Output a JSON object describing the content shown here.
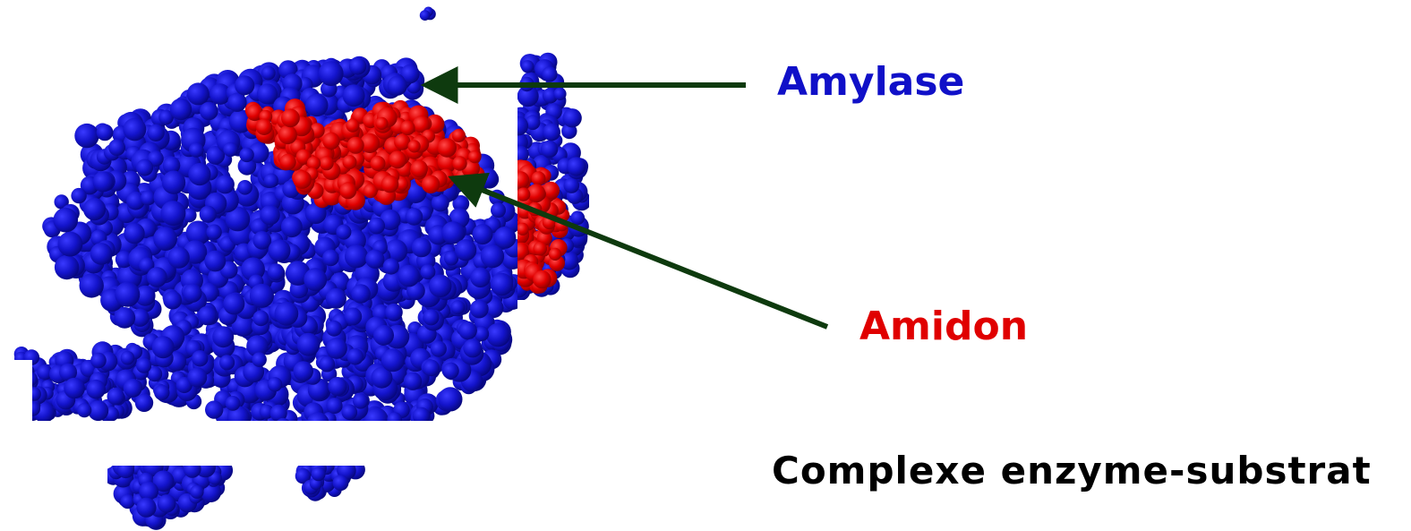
{
  "labels": {
    "enzyme": "Amylase",
    "substrate": "Amidon",
    "caption": "Complexe enzyme-substrat"
  },
  "colors": {
    "enzyme": "#1010c8",
    "substrate": "#e00000",
    "arrow": "#0e3a0e",
    "caption": "#000000"
  },
  "illustration": {
    "subject": "molecular-space-filling-model"
  }
}
